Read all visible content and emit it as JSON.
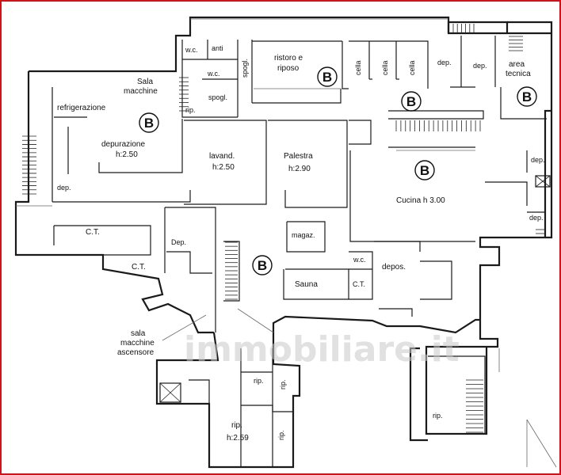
{
  "zone_badges": [
    {
      "id": "ristoro",
      "text": "B"
    },
    {
      "id": "celle",
      "text": "B"
    },
    {
      "id": "tecnica",
      "text": "B"
    },
    {
      "id": "sala",
      "text": "B"
    },
    {
      "id": "cucina",
      "text": "B"
    },
    {
      "id": "centro",
      "text": "B"
    }
  ],
  "rooms": {
    "wc_top": "w.c.",
    "anti": "anti",
    "wc_mid": "w.c.",
    "spogl_a": "spogl.",
    "spogl_b": "spogl.",
    "rip_small": "rip.",
    "ristoro_1": "ristoro e",
    "ristoro_2": "riposo",
    "cella_1": "cella",
    "cella_2": "cella",
    "cella_3": "cella",
    "dep_1": "dep.",
    "dep_2": "dep.",
    "area_1": "area",
    "area_2": "tecnica",
    "sala_1": "Sala",
    "sala_2": "macchine",
    "refrigerazione": "refrigerazione",
    "depurazione": "depurazione",
    "depurazione_h": "h:2.50",
    "dep_left": "dep.",
    "lavand": "lavand.",
    "lavand_h": "h:2.50",
    "palestra": "Palestra",
    "palestra_h": "h:2.90",
    "cucina": "Cucina h 3.00",
    "dep_right_1": "dep.",
    "dep_right_2": "dep.",
    "ct_1": "C.T.",
    "dep_mid": "Dep.",
    "ct_2": "C.T.",
    "magaz": "magaz.",
    "wc_c": "w.c.",
    "depos": "depos.",
    "sauna": "Sauna",
    "ct_3": "C.T.",
    "ascensore_1": "sala",
    "ascensore_2": "macchine",
    "ascensore_3": "ascensore",
    "rip_1": "rip.",
    "rip_2": "rip.",
    "rip_3": "rip.",
    "rip_3_h": "h:2.59",
    "rip_4": "rip.",
    "rip_right": "rip."
  },
  "watermark": "immobiliare.it"
}
